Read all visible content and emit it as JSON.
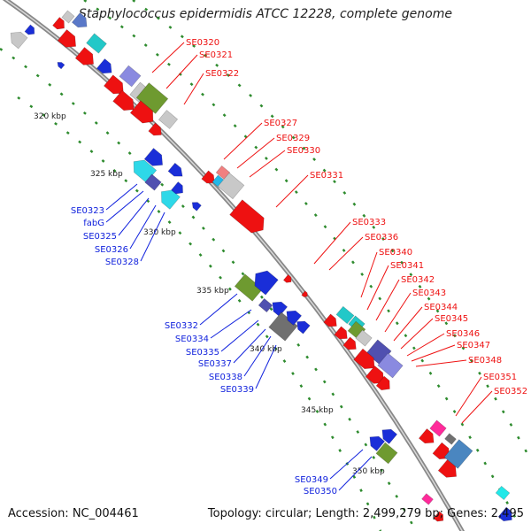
{
  "title": "Staphylococcus epidermidis ATCC 12228, complete genome",
  "footer": {
    "accession": "Accession: NC_004461",
    "summary": "Topology: circular; Length: 2,499,279 bp; Genes: 2,495"
  },
  "ticks": [
    "320 kbp",
    "325 kbp",
    "330 kbp",
    "335 kbp",
    "340 kbp",
    "345 kbp",
    "350 kbp"
  ],
  "labels_forward": [
    "SE0320",
    "SE0321",
    "SE0322",
    "SE0327",
    "SE0329",
    "SE0330",
    "SE0331",
    "SE0333",
    "SE0336",
    "SE0340",
    "SE0341",
    "SE0342",
    "SE0343",
    "SE0344",
    "SE0345",
    "SE0346",
    "SE0347",
    "SE0348",
    "SE0351",
    "SE0352"
  ],
  "labels_reverse": [
    "SE0323",
    "fabG",
    "SE0325",
    "SE0326",
    "SE0328",
    "SE0332",
    "SE0334",
    "SE0335",
    "SE0337",
    "SE0338",
    "SE0339",
    "SE0349",
    "SE0350"
  ],
  "colors": {
    "forward": "#ee1111",
    "reverse": "#1122dd",
    "backbone": "#8a8a8a",
    "dots": "#2e8b2e"
  }
}
